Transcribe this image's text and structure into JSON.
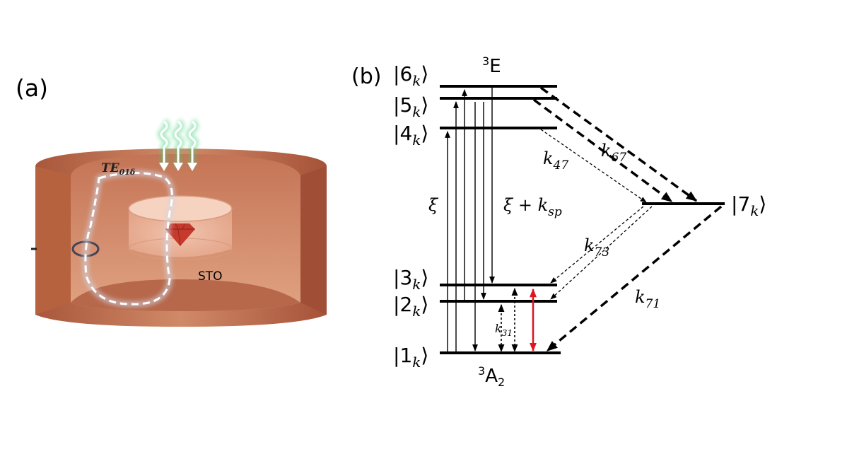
{
  "panel_a": {
    "label": "(a)",
    "mode_label": "TE",
    "mode_subscript": "01δ",
    "crystal_label": "STO"
  },
  "panel_b": {
    "label": "(b)",
    "excited_state": {
      "sup": "3",
      "main": "E"
    },
    "ground_state": {
      "sup": "3",
      "main": "A",
      "sub": "2"
    },
    "levels": [
      {
        "ket": "6",
        "sub": "k"
      },
      {
        "ket": "5",
        "sub": "k"
      },
      {
        "ket": "4",
        "sub": "k"
      },
      {
        "ket": "3",
        "sub": "k"
      },
      {
        "ket": "2",
        "sub": "k"
      },
      {
        "ket": "1",
        "sub": "k"
      },
      {
        "ket": "7",
        "sub": "k"
      }
    ],
    "rates": {
      "xi": "ξ",
      "xi_ksp": {
        "main": "ξ + k",
        "sub": "sp"
      },
      "k47": {
        "main": "k",
        "sub": "47"
      },
      "k67": {
        "main": "k",
        "sub": "67"
      },
      "k73": {
        "main": "k",
        "sub": "73"
      },
      "k71": {
        "main": "k",
        "sub": "71"
      },
      "k31": {
        "main": "k",
        "sub": "31"
      }
    },
    "colors": {
      "microwave_arrow": "#e0141e",
      "copper": "#c8704f"
    }
  }
}
